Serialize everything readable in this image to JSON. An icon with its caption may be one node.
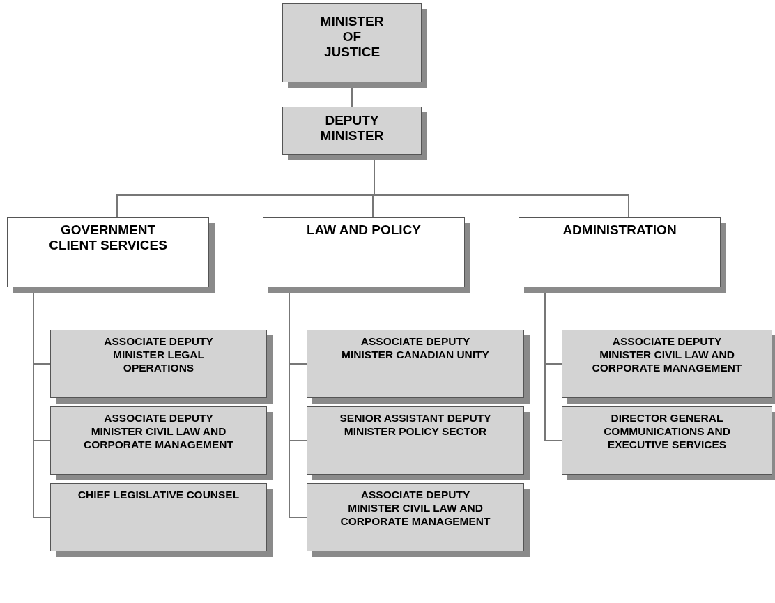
{
  "diagram": {
    "nodes": [
      {
        "text": [
          "MINISTER OF JUSTICE"
        ]
      },
      {
        "text": [
          "DEPUTY MINISTER"
        ]
      },
      {
        "text": [
          "GOVERNMENT CLIENT SERVICES"
        ]
      },
      {
        "text": [
          "LAW AND POLICY"
        ]
      },
      {
        "text": [
          "ADMINISTRATION"
        ]
      },
      {
        "text": [
          "ASSOCIATE DEPUTY MINISTER LEGAL OPERATIONS"
        ]
      },
      {
        "text": [
          "ASSOCIATE DEPUTY MINISTER CIVIL LAW AND CORPORATE MANAGEMENT"
        ]
      },
      {
        "text": [
          "CHIEF LEGISLATIVE COUNSEL"
        ]
      },
      {
        "text": [
          "ASSOCIATE DEPUTY MINISTER CANADIAN UNITY"
        ]
      },
      {
        "text": [
          "SENIOR ASSISTANT DEPUTY MINISTER POLICY SECTOR"
        ]
      },
      {
        "text": [
          "ASSOCIATE DEPUTY MINISTER CIVIL LAW AND CORPORATE MANAGEMENT"
        ]
      },
      {
        "text": [
          "ASSOCIATE DEPUTY MINISTER CIVIL LAW AND CORPORATE MANAGEMENT"
        ]
      },
      {
        "text": [
          "DIRECTOR GENERAL COMMUNICATIONS AND EXECUTIVE SERVICES"
        ]
      }
    ],
    "edges": [
      {
        "from": 0,
        "to": 1,
        "arrow": "none"
      },
      {
        "from": 1,
        "to": 2,
        "arrow": "none"
      },
      {
        "from": 1,
        "to": 3,
        "arrow": "none"
      },
      {
        "from": 1,
        "to": 4,
        "arrow": "none"
      },
      {
        "from": 2,
        "to": 5,
        "arrow": "none"
      },
      {
        "from": 2,
        "to": 6,
        "arrow": "none"
      },
      {
        "from": 2,
        "to": 7,
        "arrow": "none"
      },
      {
        "from": 3,
        "to": 8,
        "arrow": "none"
      },
      {
        "from": 3,
        "to": 9,
        "arrow": "none"
      },
      {
        "from": 3,
        "to": 10,
        "arrow": "none"
      },
      {
        "from": 4,
        "to": 11,
        "arrow": "none"
      },
      {
        "from": 4,
        "to": 12,
        "arrow": "none"
      }
    ]
  }
}
